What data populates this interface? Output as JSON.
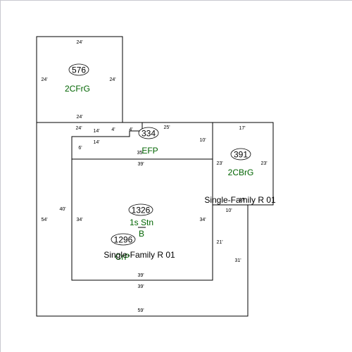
{
  "colors": {
    "background": "#ffffff",
    "frame": "#c8c8d0",
    "lines": "#000000",
    "code_text": "#006400"
  },
  "sections": {
    "garage_top": {
      "area": "576",
      "code": "2CFrG",
      "dims": {
        "top": "24'",
        "bottom": "24'",
        "left": "24'",
        "right": "24'"
      }
    },
    "porch": {
      "area": "334",
      "code": "EFP",
      "dims": {
        "left_top": "24'",
        "seg_14_a": "14'",
        "seg_4_a": "4'",
        "seg_4_b": "4'",
        "top": "25'",
        "seg_14_b": "14'",
        "left": "6'",
        "right": "10'",
        "bottom_partial": "35'"
      }
    },
    "garage_right": {
      "area": "391",
      "code": "2CBrG",
      "dims": {
        "top": "17'",
        "left": "23'",
        "right": "23'",
        "bottom": "17'"
      }
    },
    "main": {
      "area": "1326",
      "code": "1s Stn",
      "code_b": "B",
      "dims": {
        "top": "39'",
        "left": "34'",
        "right": "34'",
        "bottom": "39'"
      }
    },
    "basement": {
      "area": "1296",
      "code": "CrP"
    },
    "outer": {
      "dims": {
        "left_outer": "54'",
        "left_inner": "40'",
        "bottom_inner": "39'",
        "bottom_outer": "59'",
        "right_step": "10'",
        "right_mid": "21'",
        "right_outer": "31'"
      }
    }
  },
  "descriptions": {
    "upper": "Single-Family R 01",
    "lower": "Single-Family R 01"
  }
}
